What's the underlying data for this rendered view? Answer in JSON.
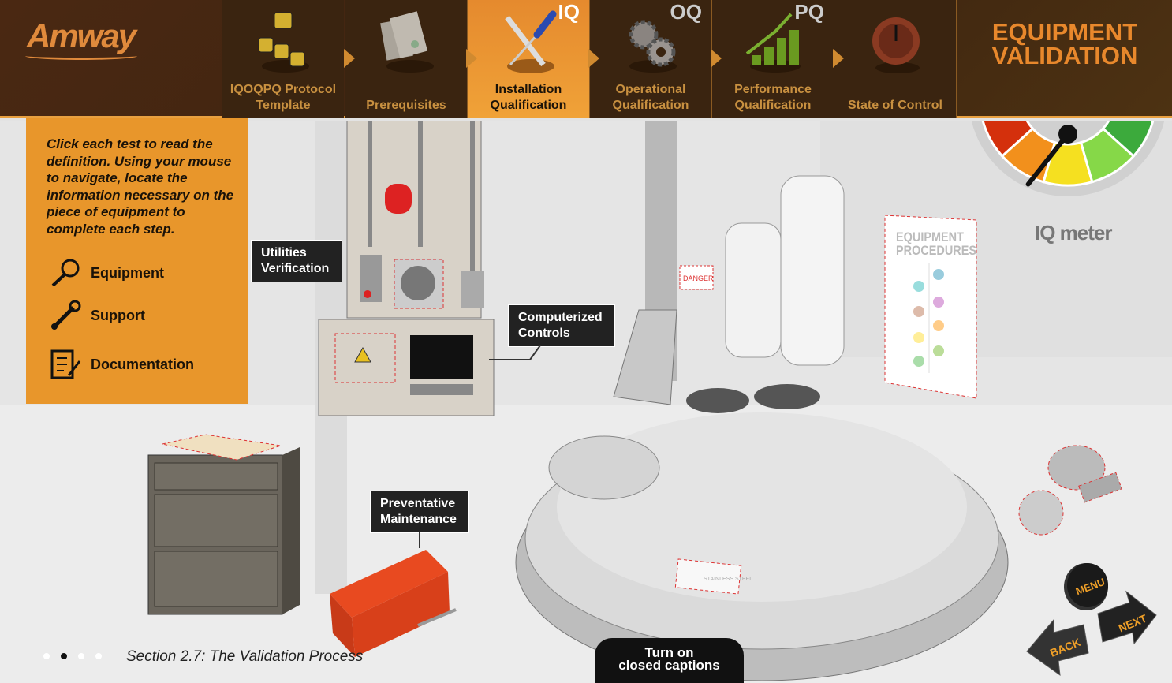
{
  "header": {
    "logo": "Amway",
    "title_line1": "EQUIPMENT",
    "title_line2": "VALIDATION",
    "tabs": [
      {
        "line1": "IQOQPQ Protocol",
        "line2": "Template",
        "badge": ""
      },
      {
        "line1": "",
        "line2": "Prerequisites",
        "badge": ""
      },
      {
        "line1": "Installation",
        "line2": "Qualification",
        "badge": "IQ"
      },
      {
        "line1": "Operational",
        "line2": "Qualification",
        "badge": "OQ"
      },
      {
        "line1": "Performance",
        "line2": "Qualification",
        "badge": "PQ"
      },
      {
        "line1": "",
        "line2": "State of Control",
        "badge": ""
      }
    ],
    "active_tab": "Installation Qualification"
  },
  "panel": {
    "instructions": "Click each test to read the definition. Using your mouse to navigate, locate the information necessary on the piece of equipment to complete each step.",
    "legend": [
      {
        "icon": "magnifier-icon",
        "label": "Equipment"
      },
      {
        "icon": "wrench-icon",
        "label": "Support"
      },
      {
        "icon": "checklist-icon",
        "label": "Documentation"
      }
    ]
  },
  "callouts": {
    "utilities": [
      "Utilities",
      "Verification"
    ],
    "controls": [
      "Computerized",
      "Controls"
    ],
    "maintenance": [
      "Preventative",
      "Maintenance"
    ]
  },
  "scene": {
    "danger_sign": "DANGER",
    "poster_line1": "EQUIPMENT",
    "poster_line2": "PROCEDURES",
    "tank_plate": "STAINLESS STEEL"
  },
  "gauge": {
    "label": "IQ meter",
    "level": 0.3,
    "colors": [
      "#d4300c",
      "#f2901c",
      "#f5e020",
      "#86d848",
      "#3caa3c"
    ]
  },
  "footer": {
    "section": "Section 2.7: The Validation Process",
    "dots_total": 4,
    "dots_active": 2,
    "captions": [
      "Turn on",
      "closed captions"
    ]
  },
  "nav": {
    "menu": "MENU",
    "next": "NEXT",
    "back": "BACK"
  }
}
